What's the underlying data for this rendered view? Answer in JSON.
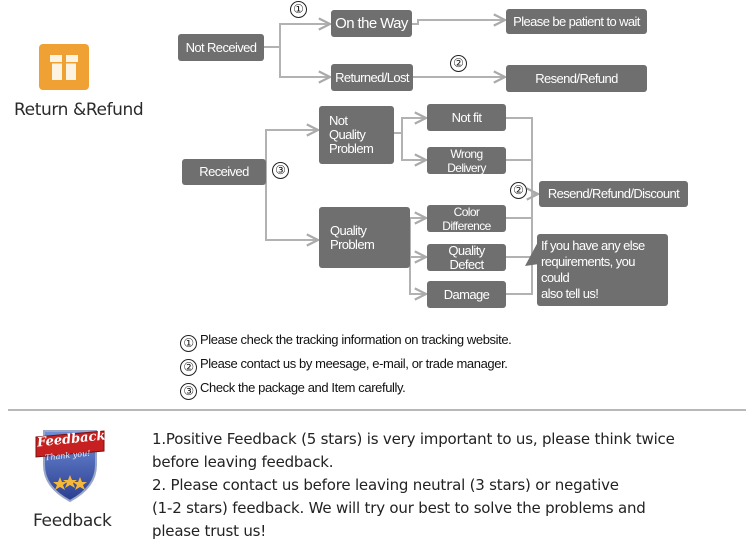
{
  "return_refund": {
    "title": "Return &Refund",
    "icon": "gift-box-icon",
    "icon_color": "#f0a133"
  },
  "flow": {
    "not_received": "Not Received",
    "on_the_way": "On the Way",
    "returned_lost": "Returned/Lost",
    "please_wait": "Please be patient to wait",
    "resend_refund": "Resend/Refund",
    "received": "Received",
    "not_quality_problem": "Not\nQuality\nProblem",
    "quality_problem": "Quality\nProblem",
    "not_fit": "Not fit",
    "wrong_delivery": "Wrong Delivery",
    "color_difference": "Color Difference",
    "quality_defect": "Quality Defect",
    "damage": "Damage",
    "resend_refund_discount": "Resend/Refund/Discount",
    "else_requirements": "If you have any else\nrequirements, you could\nalso tell us!",
    "marker_1": "①",
    "marker_2": "②",
    "marker_3": "③",
    "box_color": "#6f6f6f"
  },
  "notes": [
    {
      "marker": "①",
      "text": "Please check the tracking information on tracking website."
    },
    {
      "marker": "②",
      "text": "Please contact us by meesage, e-mail, or trade manager."
    },
    {
      "marker": "③",
      "text": "Check the package and Item carefully."
    }
  ],
  "feedback": {
    "badge_line1": "Feedback",
    "badge_line2": "Thank you!",
    "label": "Feedback",
    "icon": "feedback-shield-icon",
    "lines": [
      "1.Positive Feedback (5 stars) is very important to us, please think twice",
      " before leaving feedback.",
      "2. Please contact us before leaving neutral (3 stars) or negative",
      "(1-2 stars) feedback. We will try our best to solve the problems and",
      " please trust us!"
    ]
  }
}
